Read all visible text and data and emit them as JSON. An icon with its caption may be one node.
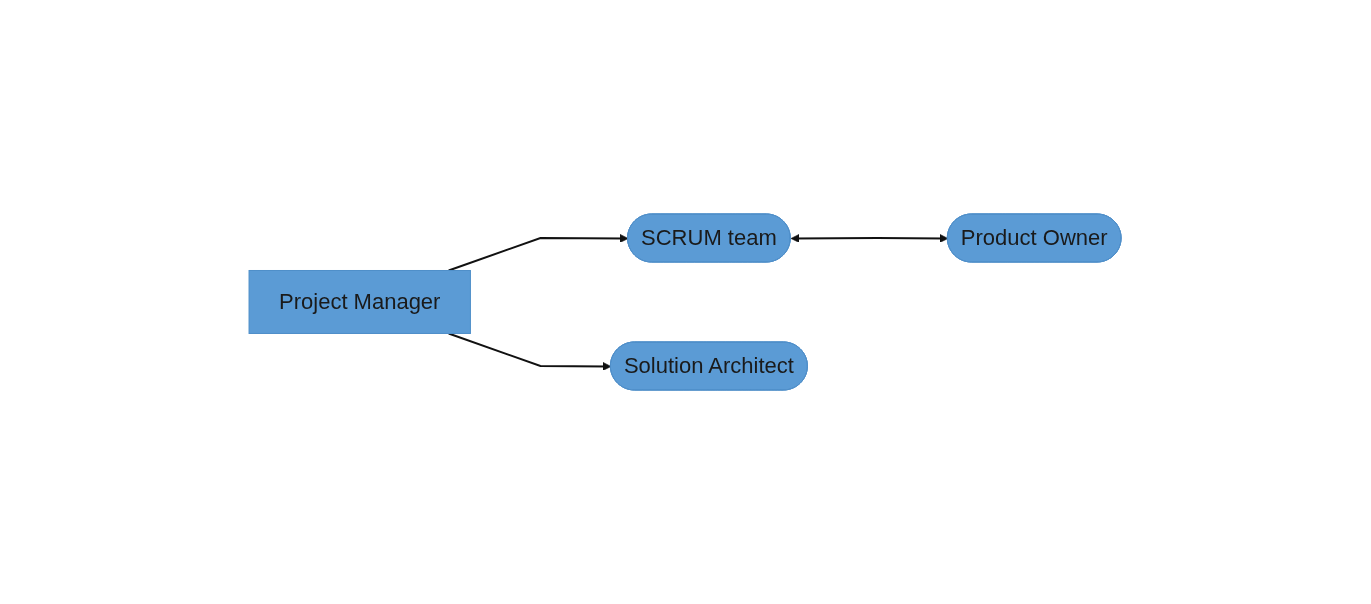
{
  "diagram": {
    "nodes": [
      {
        "text": [
          "Project Manager"
        ]
      },
      {
        "text": [
          "SCRUM team"
        ]
      },
      {
        "text": [
          "Product Owner"
        ]
      },
      {
        "text": [
          "Solution Architect"
        ]
      }
    ],
    "edges": [
      {
        "from": 0,
        "to": 1,
        "arrow": "to"
      },
      {
        "from": 1,
        "to": 2,
        "arrow": "both"
      },
      {
        "from": 0,
        "to": 3,
        "arrow": "to"
      }
    ]
  }
}
